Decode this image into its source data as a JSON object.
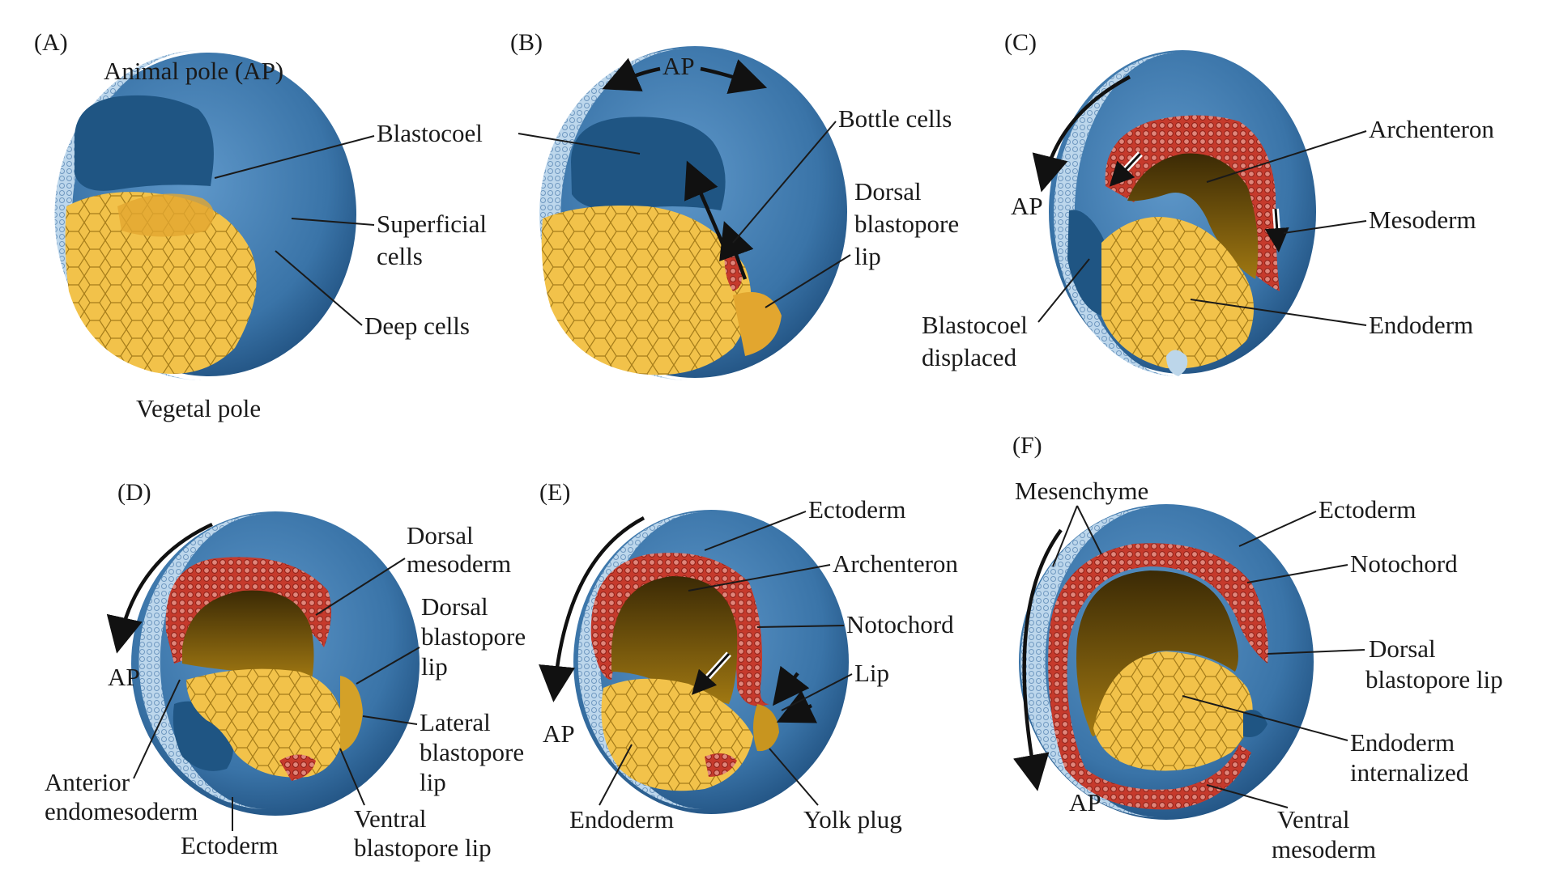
{
  "panels": {
    "a": {
      "letter": "(A)",
      "animal_pole": "Animal pole (AP)",
      "blastocoel": "Blastocoel",
      "superficial_1": "Superficial",
      "superficial_2": "cells",
      "deep_cells": "Deep cells",
      "vegetal_pole": "Vegetal pole"
    },
    "b": {
      "letter": "(B)",
      "ap": "AP",
      "bottle_cells": "Bottle cells",
      "dbl_1": "Dorsal",
      "dbl_2": "blastopore",
      "dbl_3": "lip"
    },
    "c": {
      "letter": "(C)",
      "ap": "AP",
      "archenteron": "Archenteron",
      "mesoderm": "Mesoderm",
      "endoderm": "Endoderm",
      "bd_1": "Blastocoel",
      "bd_2": "displaced"
    },
    "d": {
      "letter": "(D)",
      "ap": "AP",
      "dm_1": "Dorsal",
      "dm_2": "mesoderm",
      "dbl_1": "Dorsal",
      "dbl_2": "blastopore",
      "dbl_3": "lip",
      "lbl_1": "Lateral",
      "lbl_2": "blastopore",
      "lbl_3": "lip",
      "ae_1": "Anterior",
      "ae_2": "endomesoderm",
      "ectoderm": "Ectoderm",
      "vbl_1": "Ventral",
      "vbl_2": "blastopore lip"
    },
    "e": {
      "letter": "(E)",
      "ap": "AP",
      "ectoderm": "Ectoderm",
      "archenteron": "Archenteron",
      "notochord": "Notochord",
      "lip": "Lip",
      "endoderm": "Endoderm",
      "yolk_plug": "Yolk plug"
    },
    "f": {
      "letter": "(F)",
      "ap": "AP",
      "mesenchyme": "Mesenchyme",
      "ectoderm": "Ectoderm",
      "notochord": "Notochord",
      "dbl_1": "Dorsal",
      "dbl_2": "blastopore lip",
      "ei_1": "Endoderm",
      "ei_2": "internalized",
      "vm_1": "Ventral",
      "vm_2": "mesoderm"
    }
  },
  "colors": {
    "outer_blue": "#3f7bb0",
    "dark_blue": "#1f5583",
    "shell_light": "#bcd6ea",
    "yolk": "#f2c24a",
    "yolk_line": "#9c7616",
    "cavity": "#6a4d0e",
    "mesoderm_red": "#c93a2b",
    "mesoderm_light": "#e0857a"
  }
}
